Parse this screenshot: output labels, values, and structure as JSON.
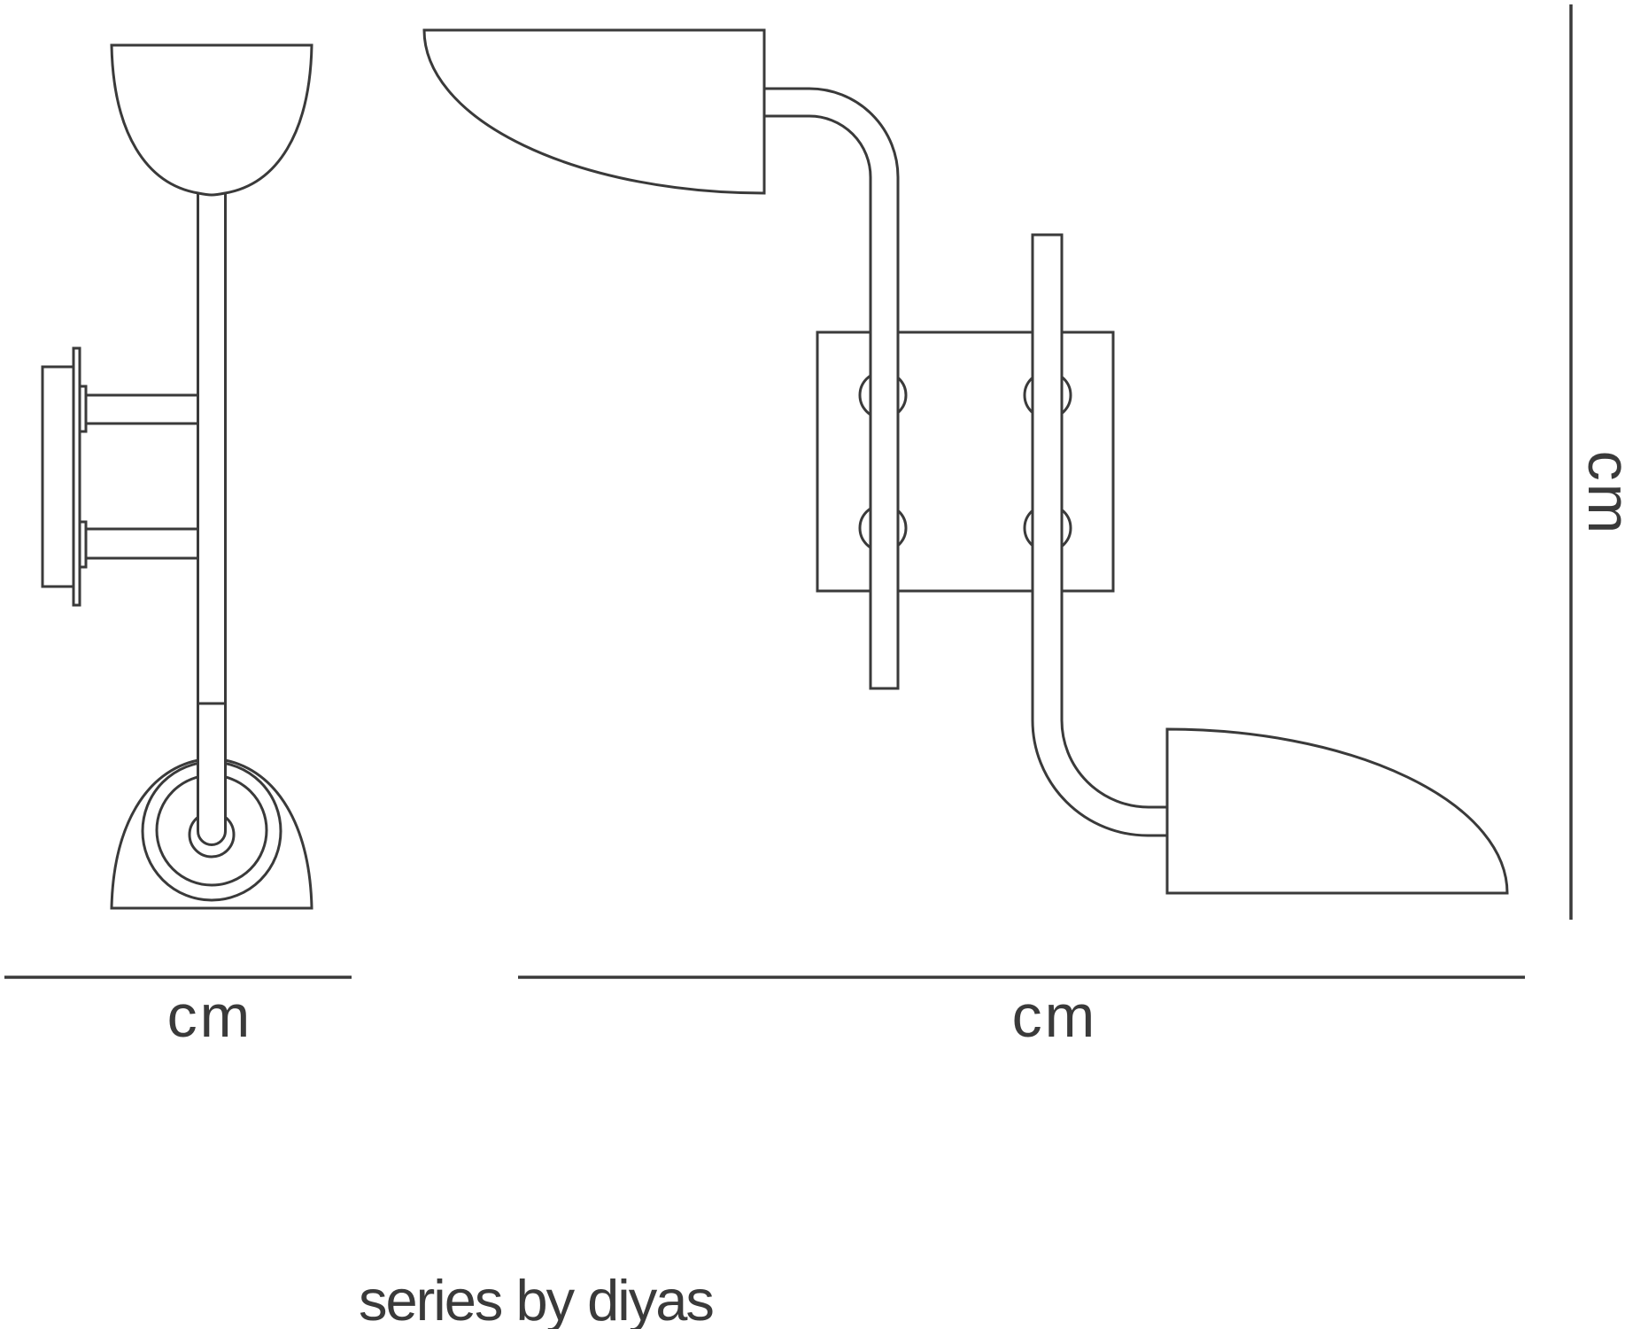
{
  "drawing": {
    "colors": {
      "line": "#3a3a3a",
      "text": "#3a3a3a",
      "background": "#ffffff"
    },
    "labels": {
      "width_left": "cm",
      "width_right": "cm",
      "height": "cm"
    },
    "caption": "series by diyas"
  }
}
